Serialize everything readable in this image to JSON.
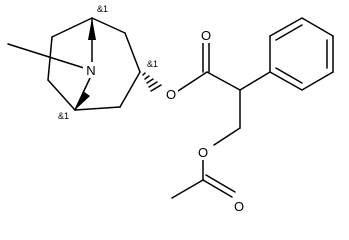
{
  "molecule": {
    "atoms": {
      "nitrogen": "N",
      "ester_oxygen": "O",
      "carbonyl_oxygen": "O",
      "acetoxy_oxygen": "O",
      "acetyl_carbonyl_oxygen": "O"
    },
    "stereo_labels": [
      "&1",
      "&1",
      "&1"
    ]
  }
}
